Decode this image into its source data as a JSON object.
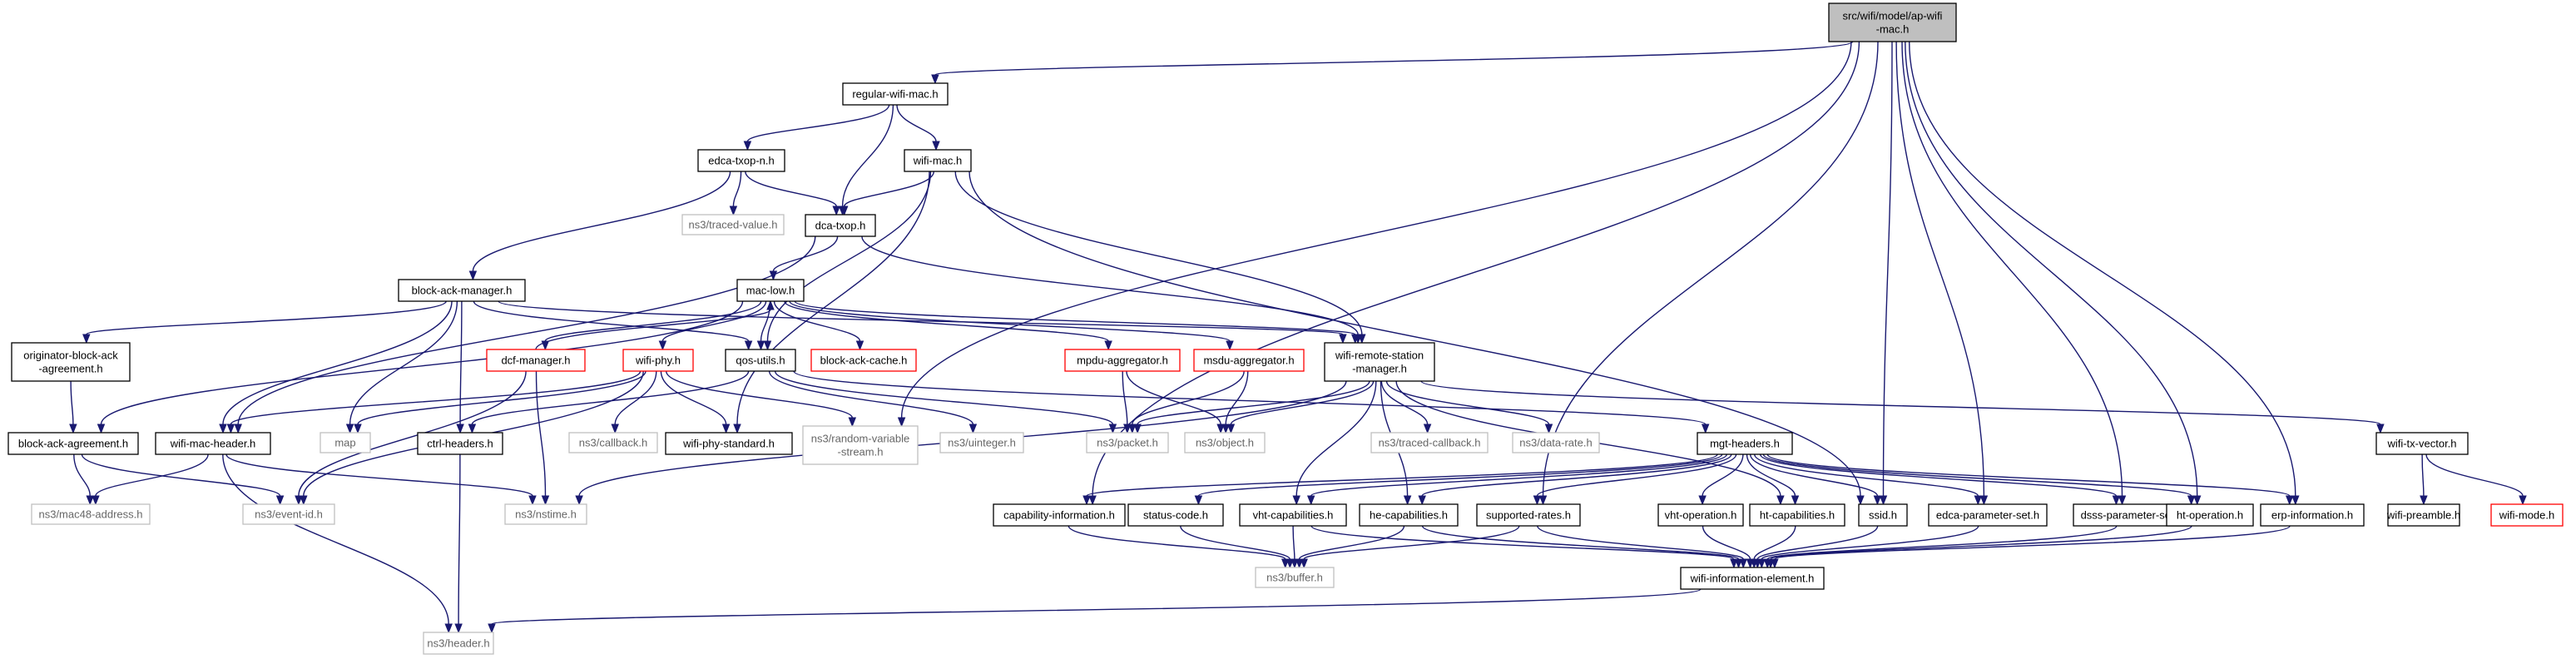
{
  "graph": {
    "nodes": [
      {
        "id": "ap",
        "label": [
          "src/wifi/model/ap-wifi",
          "-mac.h"
        ],
        "style": "root"
      },
      {
        "id": "rwm",
        "label": [
          "regular-wifi-mac.h"
        ],
        "style": "doc"
      },
      {
        "id": "edcan",
        "label": [
          "edca-txop-n.h"
        ],
        "style": "doc"
      },
      {
        "id": "wmac",
        "label": [
          "wifi-mac.h"
        ],
        "style": "doc"
      },
      {
        "id": "tval",
        "label": [
          "ns3/traced-value.h"
        ],
        "style": "ext"
      },
      {
        "id": "dca",
        "label": [
          "dca-txop.h"
        ],
        "style": "doc"
      },
      {
        "id": "bam",
        "label": [
          "block-ack-manager.h"
        ],
        "style": "doc"
      },
      {
        "id": "maclow",
        "label": [
          "mac-low.h"
        ],
        "style": "doc"
      },
      {
        "id": "oba",
        "label": [
          "originator-block-ack",
          "-agreement.h"
        ],
        "style": "doc"
      },
      {
        "id": "dcfm",
        "label": [
          "dcf-manager.h"
        ],
        "style": "trunc"
      },
      {
        "id": "wphy",
        "label": [
          "wifi-phy.h"
        ],
        "style": "trunc"
      },
      {
        "id": "qos",
        "label": [
          "qos-utils.h"
        ],
        "style": "doc"
      },
      {
        "id": "bac",
        "label": [
          "block-ack-cache.h"
        ],
        "style": "trunc"
      },
      {
        "id": "mpdu",
        "label": [
          "mpdu-aggregator.h"
        ],
        "style": "trunc"
      },
      {
        "id": "msdu",
        "label": [
          "msdu-aggregator.h"
        ],
        "style": "trunc"
      },
      {
        "id": "wrsm",
        "label": [
          "wifi-remote-station",
          "-manager.h"
        ],
        "style": "doc"
      },
      {
        "id": "baa",
        "label": [
          "block-ack-agreement.h"
        ],
        "style": "doc"
      },
      {
        "id": "wmh",
        "label": [
          "wifi-mac-header.h"
        ],
        "style": "doc"
      },
      {
        "id": "map",
        "label": [
          "map"
        ],
        "style": "ext"
      },
      {
        "id": "cbk",
        "label": [
          "ns3/callback.h"
        ],
        "style": "ext"
      },
      {
        "id": "ctrl",
        "label": [
          "ctrl-headers.h"
        ],
        "style": "doc"
      },
      {
        "id": "wps",
        "label": [
          "wifi-phy-standard.h"
        ],
        "style": "doc"
      },
      {
        "id": "rvs",
        "label": [
          "ns3/random-variable",
          "-stream.h"
        ],
        "style": "ext"
      },
      {
        "id": "uint",
        "label": [
          "ns3/uinteger.h"
        ],
        "style": "ext"
      },
      {
        "id": "pkt",
        "label": [
          "ns3/packet.h"
        ],
        "style": "ext"
      },
      {
        "id": "obj",
        "label": [
          "ns3/object.h"
        ],
        "style": "ext"
      },
      {
        "id": "tcb",
        "label": [
          "ns3/traced-callback.h"
        ],
        "style": "ext"
      },
      {
        "id": "drate",
        "label": [
          "ns3/data-rate.h"
        ],
        "style": "ext"
      },
      {
        "id": "mgt",
        "label": [
          "mgt-headers.h"
        ],
        "style": "doc"
      },
      {
        "id": "wtv",
        "label": [
          "wifi-tx-vector.h"
        ],
        "style": "doc"
      },
      {
        "id": "mac48",
        "label": [
          "ns3/mac48-address.h"
        ],
        "style": "ext"
      },
      {
        "id": "evid",
        "label": [
          "ns3/event-id.h"
        ],
        "style": "ext"
      },
      {
        "id": "nstime",
        "label": [
          "ns3/nstime.h"
        ],
        "style": "ext"
      },
      {
        "id": "capi",
        "label": [
          "capability-information.h"
        ],
        "style": "doc"
      },
      {
        "id": "stc",
        "label": [
          "status-code.h"
        ],
        "style": "doc"
      },
      {
        "id": "vhtc",
        "label": [
          "vht-capabilities.h"
        ],
        "style": "doc"
      },
      {
        "id": "hec",
        "label": [
          "he-capabilities.h"
        ],
        "style": "doc"
      },
      {
        "id": "supr",
        "label": [
          "supported-rates.h"
        ],
        "style": "doc"
      },
      {
        "id": "vhto",
        "label": [
          "vht-operation.h"
        ],
        "style": "doc"
      },
      {
        "id": "htc",
        "label": [
          "ht-capabilities.h"
        ],
        "style": "doc"
      },
      {
        "id": "ssid",
        "label": [
          "ssid.h"
        ],
        "style": "doc"
      },
      {
        "id": "edcap",
        "label": [
          "edca-parameter-set.h"
        ],
        "style": "doc"
      },
      {
        "id": "dsss",
        "label": [
          "dsss-parameter-set.h"
        ],
        "style": "doc"
      },
      {
        "id": "hto",
        "label": [
          "ht-operation.h"
        ],
        "style": "doc"
      },
      {
        "id": "erp",
        "label": [
          "erp-information.h"
        ],
        "style": "doc"
      },
      {
        "id": "wpre",
        "label": [
          "wifi-preamble.h"
        ],
        "style": "doc"
      },
      {
        "id": "wmode",
        "label": [
          "wifi-mode.h"
        ],
        "style": "trunc"
      },
      {
        "id": "buf",
        "label": [
          "ns3/buffer.h"
        ],
        "style": "ext"
      },
      {
        "id": "wie",
        "label": [
          "wifi-information-element.h"
        ],
        "style": "doc"
      },
      {
        "id": "hdr",
        "label": [
          "ns3/header.h"
        ],
        "style": "ext"
      }
    ],
    "edges": [
      [
        "ap",
        "rwm"
      ],
      [
        "ap",
        "capi"
      ],
      [
        "ap",
        "rvs"
      ],
      [
        "ap",
        "supr"
      ],
      [
        "ap",
        "ssid"
      ],
      [
        "ap",
        "edcap"
      ],
      [
        "ap",
        "dsss"
      ],
      [
        "ap",
        "hto"
      ],
      [
        "ap",
        "erp"
      ],
      [
        "rwm",
        "edcan"
      ],
      [
        "rwm",
        "wmac"
      ],
      [
        "rwm",
        "dca"
      ],
      [
        "edcan",
        "tval"
      ],
      [
        "edcan",
        "dca"
      ],
      [
        "edcan",
        "bam"
      ],
      [
        "wmac",
        "dca"
      ],
      [
        "wmac",
        "wrsm"
      ],
      [
        "wmac",
        "qos"
      ],
      [
        "wmac",
        "wps"
      ],
      [
        "wmac",
        "ssid"
      ],
      [
        "dca",
        "maclow"
      ],
      [
        "dca",
        "wrsm"
      ],
      [
        "dca",
        "wmh"
      ],
      [
        "bam",
        "oba"
      ],
      [
        "bam",
        "wmh"
      ],
      [
        "bam",
        "map"
      ],
      [
        "bam",
        "ctrl"
      ],
      [
        "bam",
        "qos"
      ],
      [
        "bam",
        "wrsm"
      ],
      [
        "maclow",
        "dcfm"
      ],
      [
        "maclow",
        "wphy"
      ],
      [
        "maclow",
        "qos"
      ],
      [
        "maclow",
        "bac"
      ],
      [
        "maclow",
        "mpdu"
      ],
      [
        "maclow",
        "msdu"
      ],
      [
        "maclow",
        "wrsm"
      ],
      [
        "maclow",
        "baa"
      ],
      [
        "dcfm",
        "maclow"
      ],
      [
        "dcfm",
        "evid"
      ],
      [
        "dcfm",
        "nstime"
      ],
      [
        "oba",
        "baa"
      ],
      [
        "wphy",
        "wmh"
      ],
      [
        "wphy",
        "wps"
      ],
      [
        "wphy",
        "cbk"
      ],
      [
        "wphy",
        "rvs"
      ],
      [
        "wphy",
        "map"
      ],
      [
        "wphy",
        "evid"
      ],
      [
        "qos",
        "ctrl"
      ],
      [
        "qos",
        "pkt"
      ],
      [
        "qos",
        "uint"
      ],
      [
        "qos",
        "mgt"
      ],
      [
        "mpdu",
        "pkt"
      ],
      [
        "mpdu",
        "obj"
      ],
      [
        "msdu",
        "pkt"
      ],
      [
        "msdu",
        "obj"
      ],
      [
        "wrsm",
        "pkt"
      ],
      [
        "wrsm",
        "obj"
      ],
      [
        "wrsm",
        "tcb"
      ],
      [
        "wrsm",
        "drate"
      ],
      [
        "wrsm",
        "wtv"
      ],
      [
        "wrsm",
        "nstime"
      ],
      [
        "wrsm",
        "vhtc"
      ],
      [
        "wrsm",
        "hec"
      ],
      [
        "wrsm",
        "htc"
      ],
      [
        "baa",
        "mac48"
      ],
      [
        "baa",
        "evid"
      ],
      [
        "wmh",
        "mac48"
      ],
      [
        "wmh",
        "nstime"
      ],
      [
        "wmh",
        "hdr"
      ],
      [
        "ctrl",
        "hdr"
      ],
      [
        "mgt",
        "capi"
      ],
      [
        "mgt",
        "stc"
      ],
      [
        "mgt",
        "vhtc"
      ],
      [
        "mgt",
        "hec"
      ],
      [
        "mgt",
        "supr"
      ],
      [
        "mgt",
        "vhto"
      ],
      [
        "mgt",
        "htc"
      ],
      [
        "mgt",
        "ssid"
      ],
      [
        "mgt",
        "edcap"
      ],
      [
        "mgt",
        "dsss"
      ],
      [
        "mgt",
        "hto"
      ],
      [
        "mgt",
        "erp"
      ],
      [
        "wtv",
        "wpre"
      ],
      [
        "wtv",
        "wmode"
      ],
      [
        "capi",
        "buf"
      ],
      [
        "stc",
        "buf"
      ],
      [
        "vhtc",
        "buf"
      ],
      [
        "hec",
        "buf"
      ],
      [
        "supr",
        "buf"
      ],
      [
        "vhtc",
        "wie"
      ],
      [
        "hec",
        "wie"
      ],
      [
        "supr",
        "wie"
      ],
      [
        "vhto",
        "wie"
      ],
      [
        "htc",
        "wie"
      ],
      [
        "ssid",
        "wie"
      ],
      [
        "edcap",
        "wie"
      ],
      [
        "dsss",
        "wie"
      ],
      [
        "hto",
        "wie"
      ],
      [
        "erp",
        "wie"
      ],
      [
        "wie",
        "hdr"
      ]
    ]
  },
  "colors": {
    "edge": "#191970",
    "root_fill": "#bfbfbf",
    "doc_border": "#000000",
    "ext_border": "#bfbfbf",
    "trunc_border": "#ff0000"
  }
}
